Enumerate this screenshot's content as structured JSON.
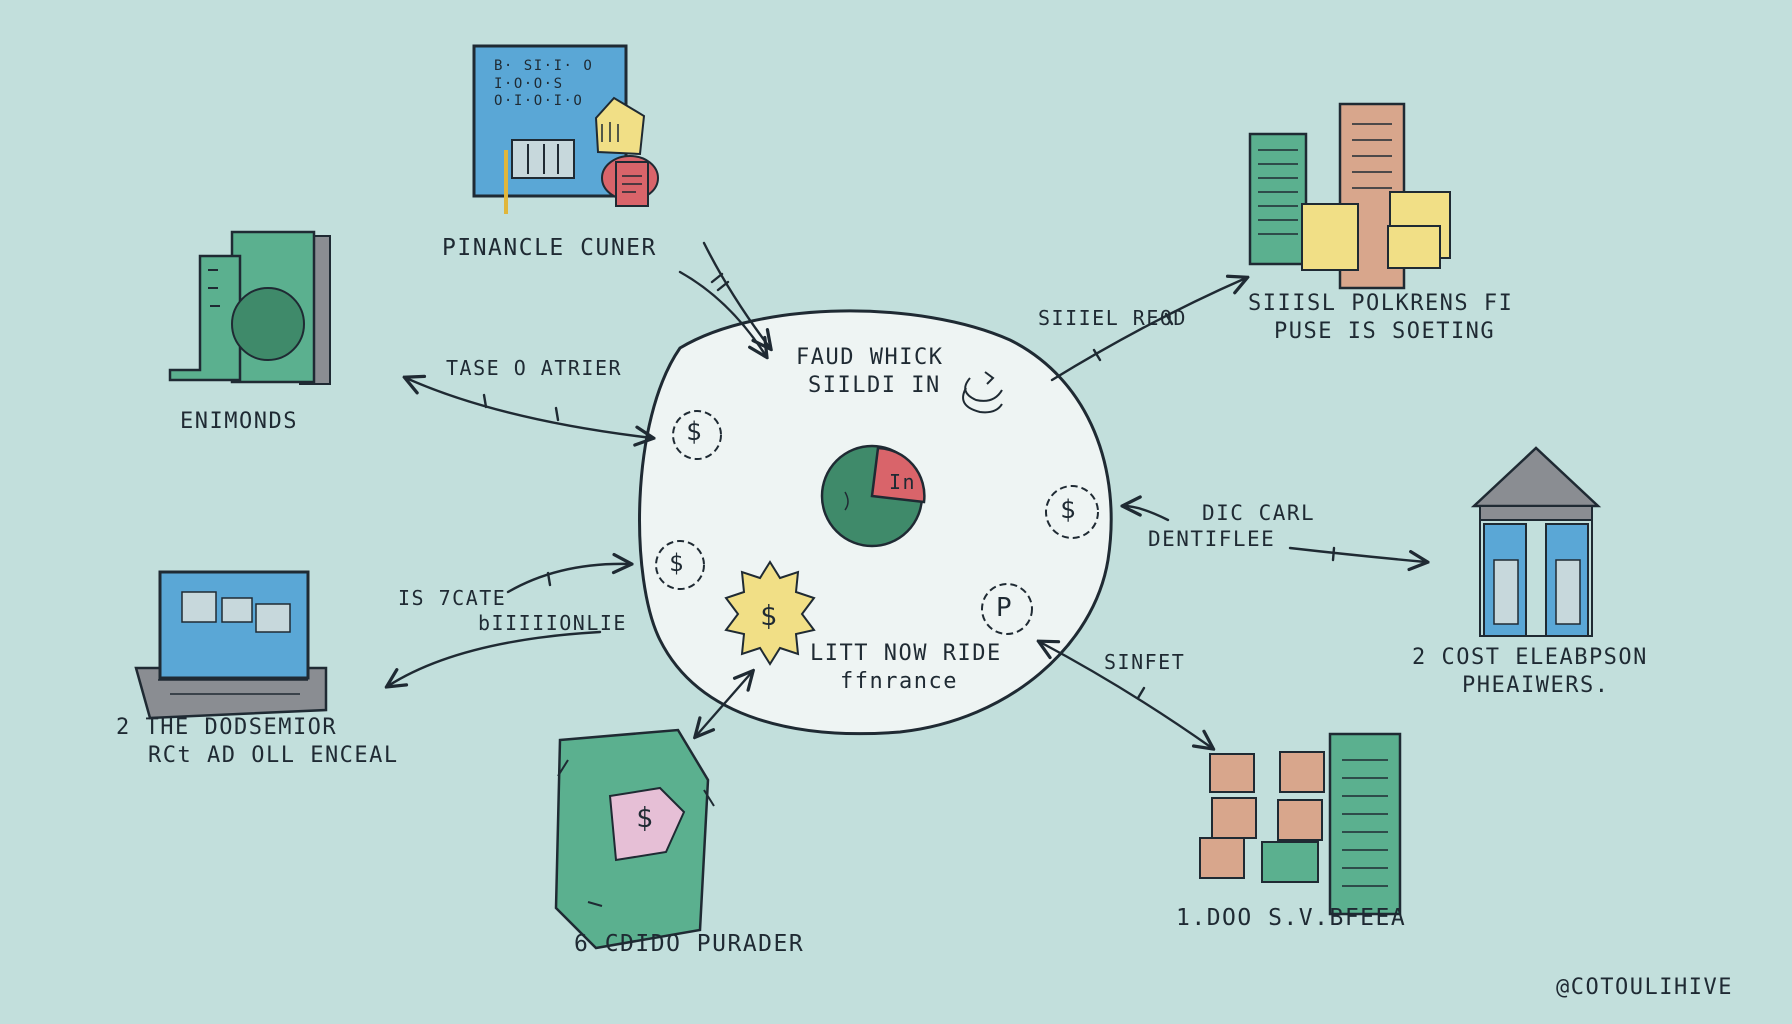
{
  "center": {
    "line1": "FAUD WHICK",
    "line2": "SIILDI IN",
    "bottom1": "LITT NOW RIDE",
    "bottom2": "ffnrance",
    "pie_label": "In"
  },
  "nodes": {
    "top": "PINANCLE CUNER",
    "top_left": "ENIMONDS",
    "left": {
      "line1": "2 THE DODSEMIOR",
      "line2": "RCt AD OLL ENCEAL"
    },
    "bottom": "6 CDIDO PURADER",
    "bottom_right": "1.DOO S.V.BFEEA",
    "right": {
      "line1": "2 COST ELEABPSON",
      "line2": "PHEAIWERS."
    },
    "top_right": {
      "line1": "SIIISL POLKRENS FI",
      "line2": "PUSE IS SOETING"
    }
  },
  "arrows": {
    "top_left": "TASE O ATRIER",
    "left": {
      "line1": "IS 7CATE",
      "line2": "bIIIIIONLIE"
    },
    "top_right": "SIIIEL REOD",
    "right": {
      "line1": "DIC CARL",
      "line2": "DENTIFLEE"
    },
    "bottom_right": "SINFET"
  },
  "icons": {
    "dollar_1": "$",
    "dollar_2": "$",
    "dollar_3": "$",
    "coin_p": "P",
    "coin_right": "$",
    "sun_dollar": "$",
    "sheet_dollar": "$",
    "ledger_text": [
      "B· SI·I· O",
      "I·O·O·S",
      "O·I·O·I·O"
    ]
  },
  "signature": "@COTOULIHIVE",
  "colors": {
    "background": "#c2dfdc",
    "center_fill": "#eef4f3",
    "ink": "#1f2a33",
    "green": "#5bb08f",
    "dark_green": "#3f8a6a",
    "blue": "#5aa7d6",
    "yellow": "#f1df86",
    "red": "#d9646a",
    "tan": "#d8a68c",
    "pink": "#e6bfd6",
    "gray": "#8a8d92"
  }
}
